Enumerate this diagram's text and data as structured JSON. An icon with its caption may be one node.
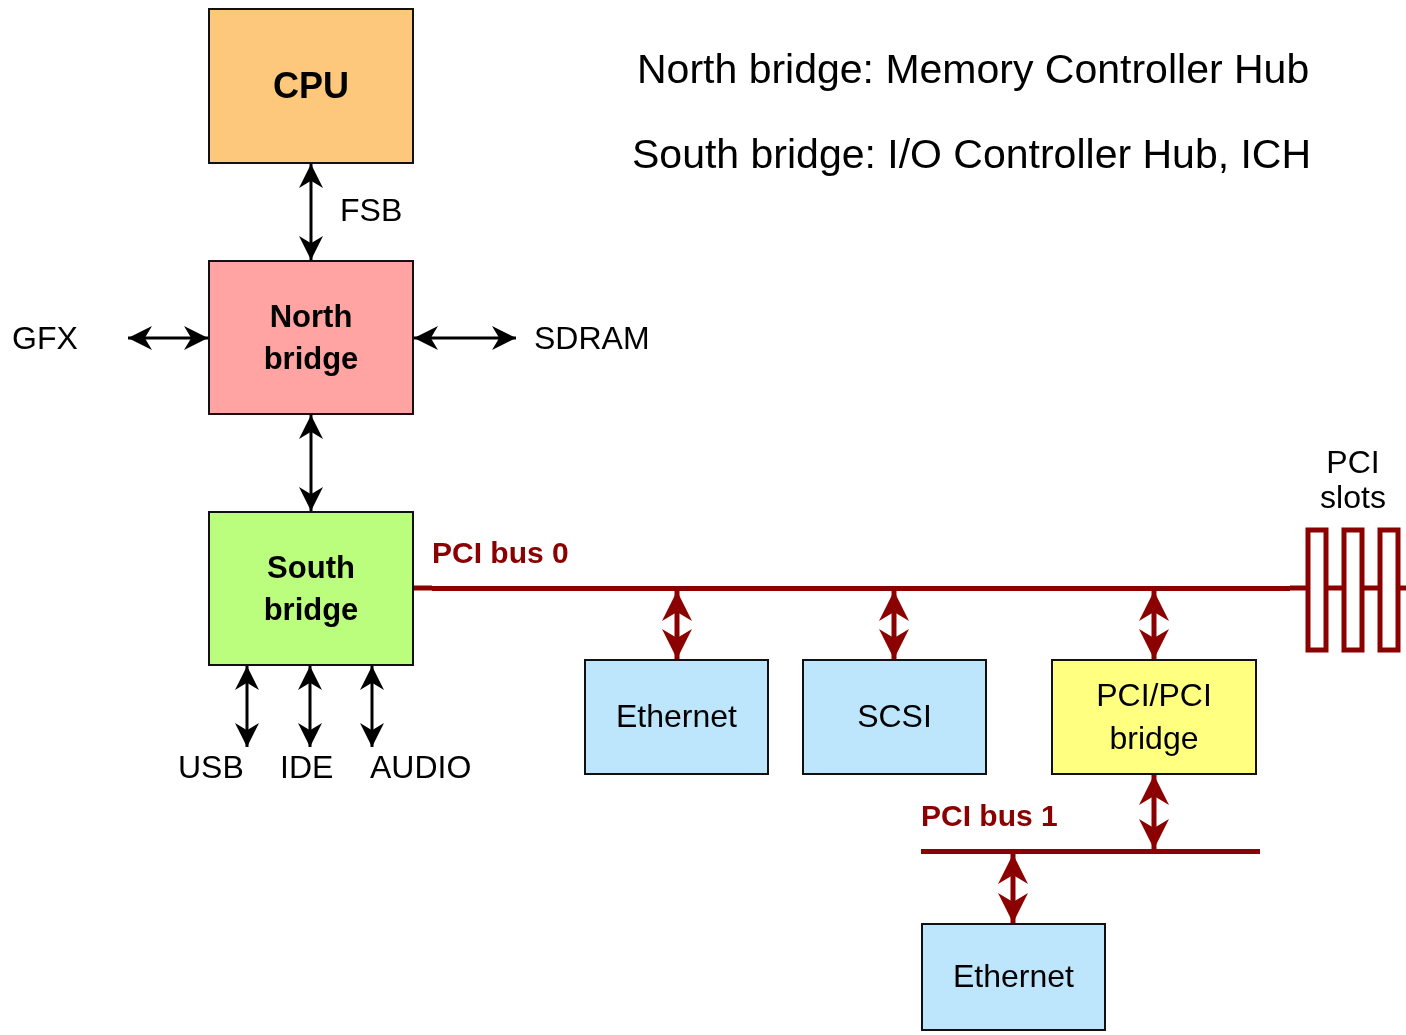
{
  "diagram": {
    "nodes": [
      {
        "text": [
          "CPU"
        ]
      },
      {
        "text": [
          "North bridge"
        ]
      },
      {
        "text": [
          "South bridge"
        ]
      },
      {
        "text": [
          "GFX"
        ]
      },
      {
        "text": [
          "SDRAM"
        ]
      },
      {
        "text": [
          "USB"
        ]
      },
      {
        "text": [
          "IDE"
        ]
      },
      {
        "text": [
          "AUDIO"
        ]
      },
      {
        "text": [
          "PCI bus 0"
        ]
      },
      {
        "text": [
          "Ethernet"
        ]
      },
      {
        "text": [
          "SCSI"
        ]
      },
      {
        "text": [
          "PCI/PCI bridge"
        ]
      },
      {
        "text": [
          "PCI bus 1"
        ]
      },
      {
        "text": [
          "Ethernet"
        ]
      },
      {
        "text": [
          "PCI slots"
        ]
      }
    ],
    "edges": [
      {
        "from": 0,
        "to": 1,
        "arrow": "both",
        "label": "FSB"
      },
      {
        "from": 1,
        "to": 3,
        "arrow": "both"
      },
      {
        "from": 1,
        "to": 4,
        "arrow": "both"
      },
      {
        "from": 1,
        "to": 2,
        "arrow": "both"
      },
      {
        "from": 2,
        "to": 5,
        "arrow": "both"
      },
      {
        "from": 2,
        "to": 6,
        "arrow": "both"
      },
      {
        "from": 2,
        "to": 7,
        "arrow": "both"
      },
      {
        "from": 2,
        "to": 8,
        "arrow": "none",
        "color": "#8b0000"
      },
      {
        "from": 8,
        "to": 9,
        "arrow": "both",
        "color": "#8b0000"
      },
      {
        "from": 8,
        "to": 10,
        "arrow": "both",
        "color": "#8b0000"
      },
      {
        "from": 8,
        "to": 11,
        "arrow": "both",
        "color": "#8b0000"
      },
      {
        "from": 8,
        "to": 14,
        "arrow": "none",
        "color": "#8b0000"
      },
      {
        "from": 11,
        "to": 12,
        "arrow": "both",
        "color": "#8b0000"
      },
      {
        "from": 12,
        "to": 13,
        "arrow": "both",
        "color": "#8b0000"
      }
    ],
    "labels": [
      "North bridge: Memory Controller Hub",
      "South bridge: I/O Controller Hub, ICH"
    ]
  }
}
